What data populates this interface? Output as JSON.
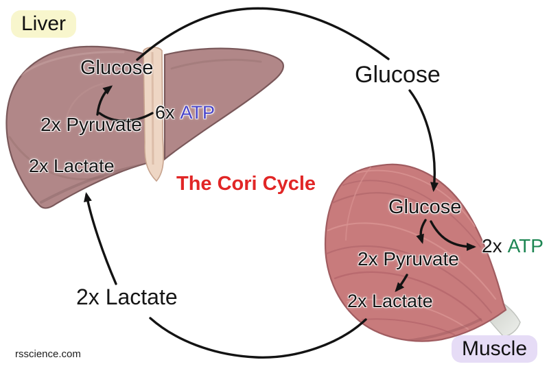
{
  "title": {
    "text": "The Cori Cycle",
    "color": "#e12626"
  },
  "organ_labels": {
    "liver": {
      "text": "Liver",
      "bg": "#f8f6cd"
    },
    "muscle": {
      "text": "Muscle",
      "bg": "#e6dcf6"
    }
  },
  "liver_pathway": {
    "glucose": "Glucose",
    "pyruvate": "2x Pyruvate",
    "lactate": "2x Lactate",
    "atp_count": "6x",
    "atp_word": "ATP",
    "atp_color": "#4843c8"
  },
  "muscle_pathway": {
    "glucose": "Glucose",
    "pyruvate": "2x Pyruvate",
    "lactate": "2x Lactate",
    "atp_count": "2x",
    "atp_word": "ATP",
    "atp_color": "#1d8653"
  },
  "bloodstream": {
    "glucose": "Glucose",
    "lactate": "2x Lactate"
  },
  "watermark": "rsscience.com",
  "illustration_colors": {
    "liver_body": "#b18788",
    "liver_outline": "#7a585a",
    "liver_ligament": "#eed6c4",
    "muscle_body": "#c87b7c",
    "muscle_outline": "#a05c60",
    "muscle_tendon": "#d9dbd6",
    "arrow": "#131313"
  }
}
